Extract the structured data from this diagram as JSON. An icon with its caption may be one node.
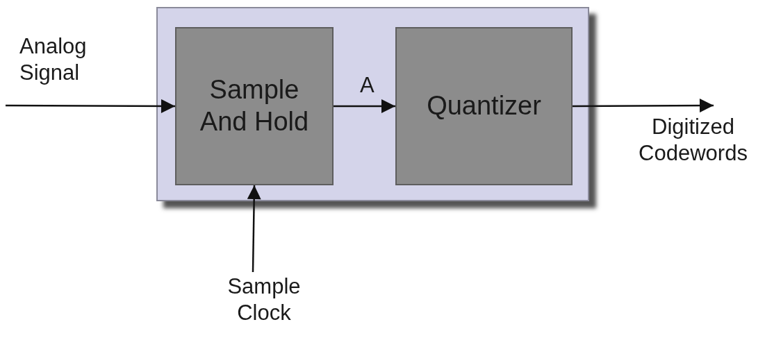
{
  "diagram": {
    "nodes": [
      {
        "text": [],
        "shape": "box"
      },
      {
        "text": [
          "Sample And Hold"
        ],
        "in": 0
      },
      {
        "text": [
          "Quantizer"
        ],
        "in": 0
      }
    ],
    "edges": [
      {
        "from": null,
        "to": 1,
        "arrow": "to",
        "label": "Analog Signal"
      },
      {
        "from": 1,
        "to": 2,
        "arrow": "to",
        "label": "A"
      },
      {
        "from": 2,
        "to": null,
        "arrow": "to",
        "label": "Digitized Codewords"
      },
      {
        "from": null,
        "to": 1,
        "arrow": "to",
        "label": "Sample Clock"
      }
    ]
  }
}
